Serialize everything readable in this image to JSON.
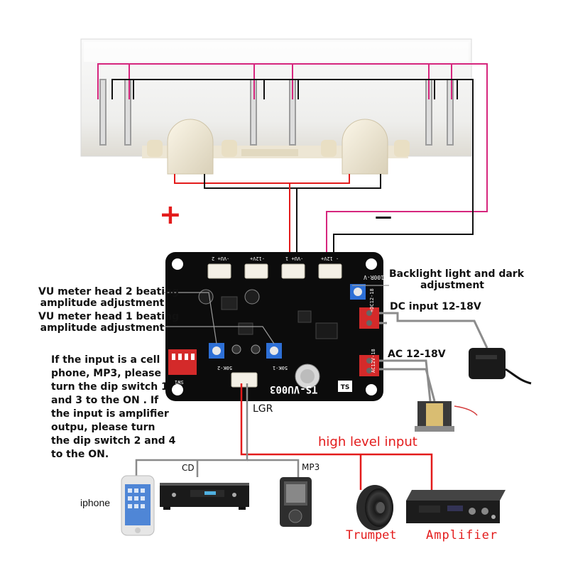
{
  "labels": {
    "plus": "+",
    "minus": "—",
    "backlight_line1": "Backlight light and dark",
    "backlight_line2": "adjustment",
    "vu2_line1": "VU meter head 2 beating",
    "vu2_line2": "amplitude adjustment",
    "vu1_line1": "VU meter head 1 beating",
    "vu1_line2": "amplitude adjustment",
    "dc_input": "DC input 12-18V",
    "ac_input": "AC 12-18V",
    "instructions": [
      "If the input is a cell",
      "phone, MP3, please",
      "turn the dip switch 1",
      "and 3 to the ON . If",
      "the input is amplifier",
      "outpu, please turn",
      "the dip switch 2 and 4",
      "to the ON."
    ],
    "lgr": "LGR",
    "high_level_input": "high level input",
    "cd": "CD",
    "mp3": "MP3",
    "iphone": "iphone",
    "trumpet": "Trumpet",
    "amplifier": "Amplifier"
  },
  "board": {
    "model": "TS-VU003",
    "pot_label": "100R-V",
    "pot1_label": "50K-1",
    "pot2_label": "50K-2",
    "sw_label": "SW1",
    "connectors": [
      "-VU+ 2",
      "-12V+",
      "-VU+ 1",
      "- 12V+"
    ],
    "dc_label": "+DC12-18",
    "ac_label": "AC12V-18"
  },
  "colors": {
    "wire_magenta": "#d6267d",
    "wire_black": "#111111",
    "wire_red": "#e31b1b",
    "wire_gray": "#888888",
    "board": "#0c0c0c",
    "red_text": "#e31b1b"
  }
}
